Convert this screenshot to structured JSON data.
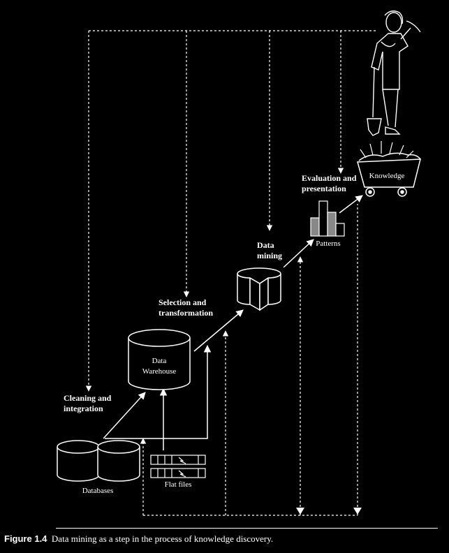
{
  "steps": {
    "cleaning": [
      "Cleaning and",
      "integration"
    ],
    "selection": [
      "Selection and",
      "transformation"
    ],
    "mining": [
      "Data",
      "mining"
    ],
    "evaluation": [
      "Evaluation and",
      "presentation"
    ]
  },
  "nodes": {
    "databases": "Databases",
    "warehouse": [
      "Data",
      "Warehouse"
    ],
    "flat_files": "Flat files",
    "patterns": "Patterns",
    "knowledge": "Knowledge"
  },
  "caption": {
    "label": "Figure 1.4",
    "text": "Data mining as a step in the process of knowledge discovery."
  }
}
